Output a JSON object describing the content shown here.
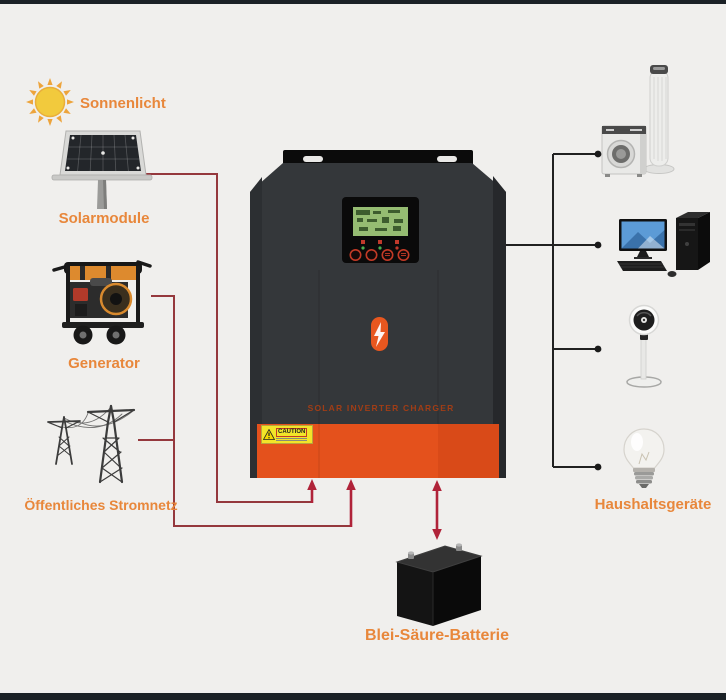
{
  "sources": [
    {
      "name": "sunlight",
      "label": "Sonnenlicht"
    },
    {
      "name": "solar-modules",
      "label": "Solarmodule"
    },
    {
      "name": "generator",
      "label": "Generator"
    },
    {
      "name": "public-grid",
      "label": "Öffentliches Stromnetz"
    }
  ],
  "inverter": {
    "panel_text": "SOLAR INVERTER CHARGER",
    "caution_text": "CAUTION"
  },
  "loads": {
    "label": "Haushaltsgeräte",
    "devices": [
      "tower-fan",
      "washing-machine",
      "desktop-computer",
      "pedestal-fan",
      "light-bulb"
    ]
  },
  "battery": {
    "label": "Blei-Säure-Batterie"
  },
  "colors": {
    "background": "#f0efed",
    "label_orange": "#e8873b",
    "inverter_orange": "#e4511c",
    "connector_red": "#95383d",
    "arrow_red": "#b02339",
    "connector_black": "#212121",
    "lcd_green": "#95bc72"
  }
}
